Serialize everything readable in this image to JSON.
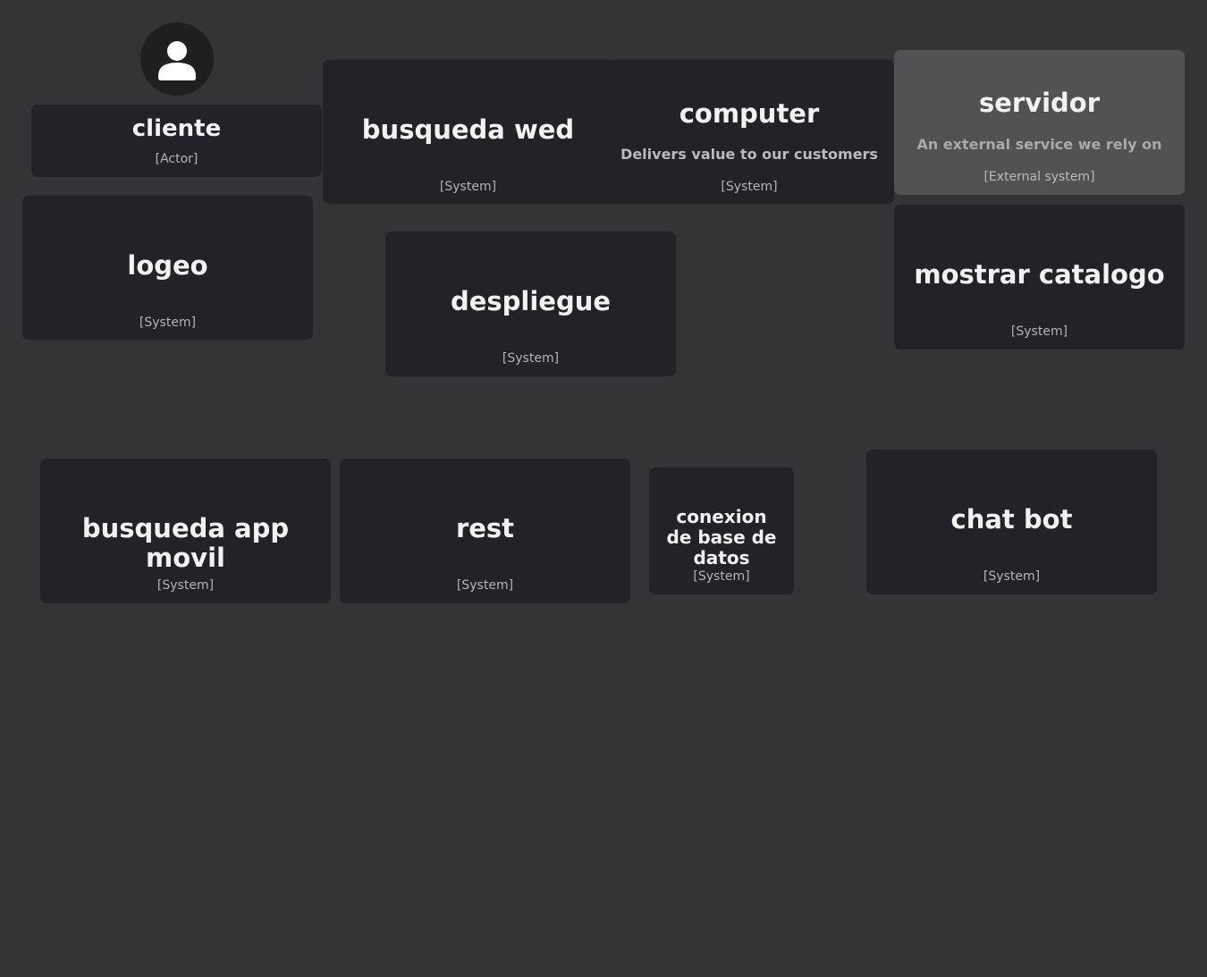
{
  "diagram": {
    "actor": {
      "name": "cliente",
      "tag": "[Actor]",
      "icon": "person-icon"
    },
    "systems": {
      "busqueda_wed": {
        "name": "busqueda wed",
        "tag": "[System]"
      },
      "computer": {
        "name": "computer",
        "description": "Delivers value to our customers",
        "tag": "[System]"
      },
      "servidor": {
        "name": "servidor",
        "description": "An external service we rely on",
        "tag": "[External system]"
      },
      "logeo": {
        "name": "logeo",
        "tag": "[System]"
      },
      "despliegue": {
        "name": "despliegue",
        "tag": "[System]"
      },
      "mostrar_catalogo": {
        "name": "mostrar catalogo",
        "tag": "[System]"
      },
      "busqueda_app_movil": {
        "name": "busqueda app movil",
        "tag": "[System]"
      },
      "rest": {
        "name": "rest",
        "tag": "[System]"
      },
      "conexion_bd": {
        "name": "conexion  de base de datos",
        "tag": "[System]"
      },
      "chat_bot": {
        "name": "chat bot",
        "tag": "[System]"
      }
    },
    "colors": {
      "background": "#333436",
      "system_box": "#222326",
      "external_box": "#505254",
      "title_text": "#f2f2f2",
      "secondary_text": "#b3b4b6"
    }
  }
}
